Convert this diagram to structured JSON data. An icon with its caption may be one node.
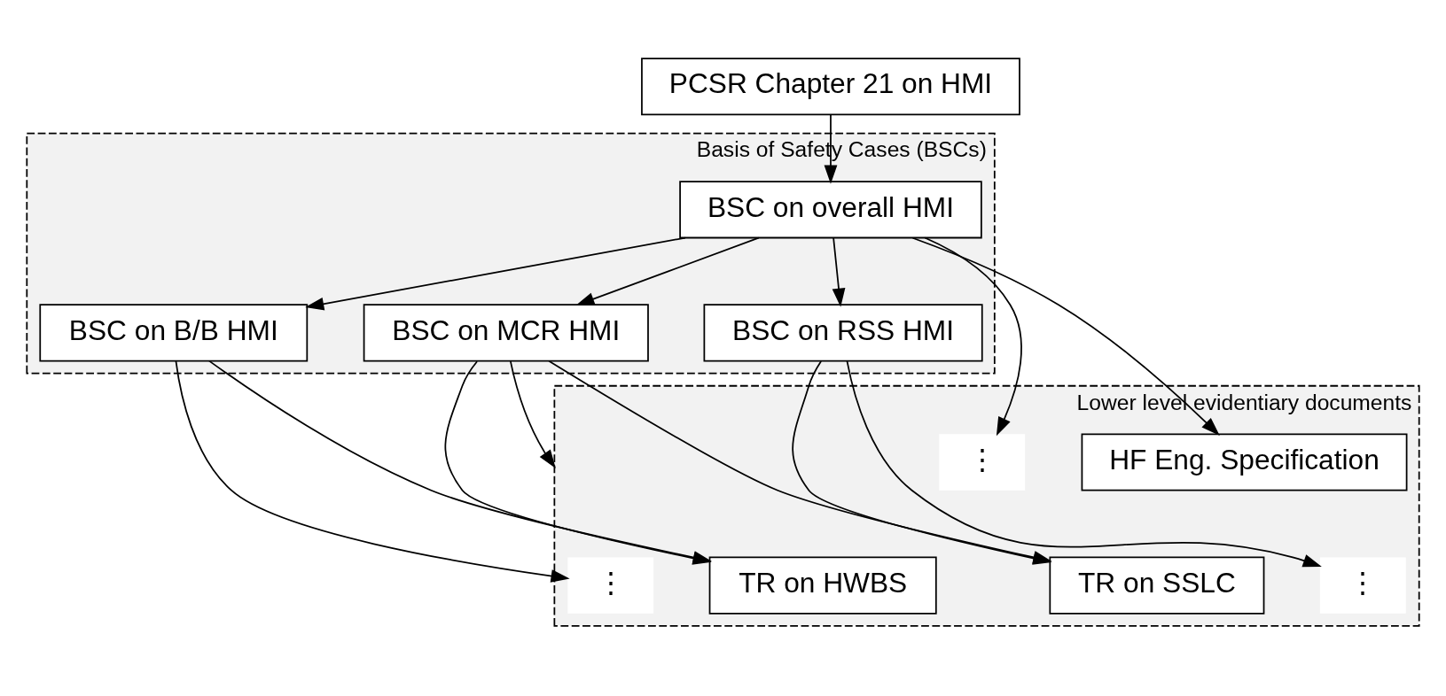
{
  "diagram": {
    "nodes": [
      {
        "text": [
          "PCSR Chapter 21 on HMI"
        ]
      },
      {
        "text": [
          "Basis of Safety Cases (BSCs)"
        ]
      },
      {
        "text": [
          "BSC on overall HMI"
        ],
        "in": 1
      },
      {
        "text": [
          "BSC on MCR HMI"
        ],
        "in": 1
      },
      {
        "text": [
          "BSC on RSS HMI"
        ],
        "in": 1
      },
      {
        "text": [
          "BSC on B/B HMI"
        ],
        "in": 1
      },
      {
        "text": [
          "Lower level evidentiary documents"
        ]
      },
      {
        "text": [
          "HF Eng. Specification"
        ],
        "in": 6
      },
      {
        "text": [
          "TR on SSLC"
        ],
        "in": 6
      },
      {
        "text": [
          "TR on HWBS"
        ],
        "in": 6
      },
      {
        "text": [
          "⋮"
        ],
        "in": 6
      },
      {
        "text": [
          "⋮"
        ],
        "in": 6
      },
      {
        "text": [
          "⋮"
        ],
        "in": 6
      }
    ],
    "edges": [
      {
        "from": 0,
        "to": 2,
        "arrow": "to"
      },
      {
        "from": 2,
        "to": 3,
        "arrow": "to"
      },
      {
        "from": 2,
        "to": 4,
        "arrow": "to"
      },
      {
        "from": 2,
        "to": 5,
        "arrow": "to"
      },
      {
        "from": 2,
        "to": 7,
        "arrow": "to"
      },
      {
        "from": 2,
        "to": 10,
        "arrow": "to"
      },
      {
        "from": 3,
        "to": 8,
        "arrow": "to"
      },
      {
        "from": 3,
        "to": 9,
        "arrow": "to"
      },
      {
        "from": 3,
        "to": 6,
        "arrow": "to"
      },
      {
        "from": 4,
        "to": 8,
        "arrow": "to"
      },
      {
        "from": 4,
        "to": 11,
        "arrow": "to"
      },
      {
        "from": 5,
        "to": 12,
        "arrow": "to"
      },
      {
        "from": 5,
        "to": 9,
        "arrow": "to"
      }
    ]
  }
}
